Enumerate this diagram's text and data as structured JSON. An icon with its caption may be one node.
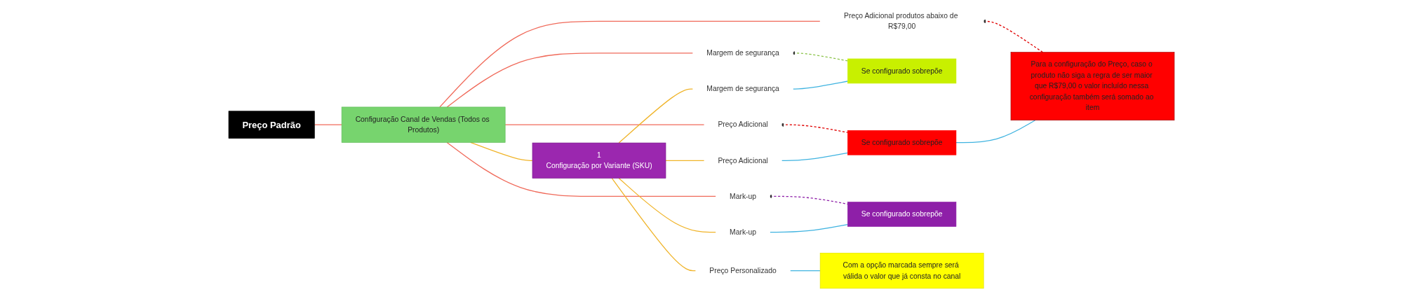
{
  "diagram": {
    "nodes": [
      {
        "text": [
          "Preço Padrão"
        ]
      },
      {
        "text": [
          "Configuração Canal de Vendas (Todos os Produtos)"
        ]
      },
      {
        "text": [
          "1",
          "Configuração por Variante (SKU)"
        ]
      },
      {
        "text": [
          "Margem de segurança"
        ]
      },
      {
        "text": [
          "Preço Adicional"
        ]
      },
      {
        "text": [
          "Mark-up"
        ]
      },
      {
        "text": [
          "Preço Adicional produtos abaixo de R$79,00"
        ]
      },
      {
        "text": [
          "Margem de segurança"
        ]
      },
      {
        "text": [
          "Preço Adicional"
        ]
      },
      {
        "text": [
          "Mark-up"
        ]
      },
      {
        "text": [
          "Preço Personalizado"
        ]
      },
      {
        "text": [
          "Se configurado sobrepõe"
        ]
      },
      {
        "text": [
          "Se configurado sobrepõe"
        ]
      },
      {
        "text": [
          "Se configurado sobrepõe"
        ]
      },
      {
        "text": [
          "Para a configuração do Preço, caso o produto não siga a regra de ser maior que R$79,00 o valor incluído nessa configuração também será somado ao item"
        ]
      },
      {
        "text": [
          "Com a opção marcada sempre será válida o valor que já consta no canal"
        ]
      }
    ],
    "edges": [
      {
        "from": 0,
        "to": 1,
        "arrow": "none",
        "color": "#f06a5a"
      },
      {
        "from": 1,
        "to": 2,
        "arrow": "none"
      },
      {
        "from": 1,
        "to": 3,
        "arrow": "none",
        "color": "#f06a5a"
      },
      {
        "from": 1,
        "to": 4,
        "arrow": "none",
        "color": "#f06a5a"
      },
      {
        "from": 1,
        "to": 5,
        "arrow": "none",
        "color": "#f06a5a"
      },
      {
        "from": 1,
        "to": 6,
        "arrow": "none",
        "color": "#f06a5a"
      },
      {
        "from": 2,
        "to": 7,
        "arrow": "none"
      },
      {
        "from": 2,
        "to": 8,
        "arrow": "none"
      },
      {
        "from": 2,
        "to": 9,
        "arrow": "none"
      },
      {
        "from": 2,
        "to": 10,
        "arrow": "none"
      },
      {
        "from": 7,
        "to": 11,
        "arrow": "none",
        "color": "#3fb3e0"
      },
      {
        "from": 8,
        "to": 12,
        "arrow": "none",
        "color": "#3fb3e0"
      },
      {
        "from": 9,
        "to": 13,
        "arrow": "none",
        "color": "#3fb3e0"
      },
      {
        "from": 12,
        "to": 14,
        "arrow": "none",
        "color": "#3fb3e0"
      },
      {
        "from": 10,
        "to": 15,
        "arrow": "none",
        "color": "#3fb3e0"
      },
      {
        "from": 11,
        "to": 3,
        "arrow": "to",
        "style": "dashed",
        "color": "#8bc34a"
      },
      {
        "from": 12,
        "to": 4,
        "arrow": "to",
        "style": "dashed",
        "color": "#e00000"
      },
      {
        "from": 13,
        "to": 5,
        "arrow": "to",
        "style": "dashed",
        "color": "#8e1fa8"
      },
      {
        "from": 14,
        "to": 6,
        "arrow": "to",
        "style": "dashed",
        "color": "#e00000"
      }
    ]
  }
}
